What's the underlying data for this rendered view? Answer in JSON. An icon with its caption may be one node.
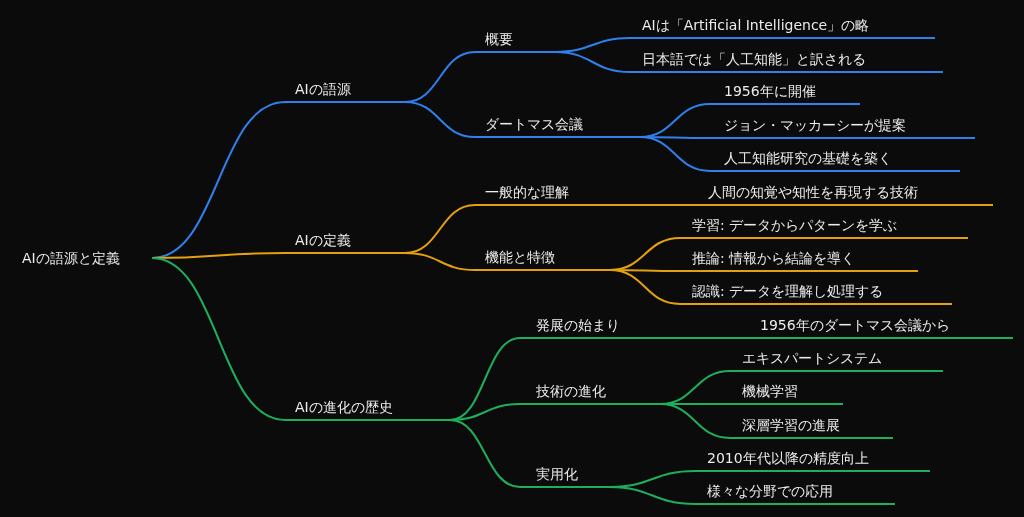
{
  "diagram": {
    "nodes": [
      {
        "text": [
          "AIの語源と定義"
        ]
      },
      {
        "text": [
          "AIの語源"
        ]
      },
      {
        "text": [
          "概要"
        ]
      },
      {
        "text": [
          "AIは「Artificial Intelligence」の略"
        ]
      },
      {
        "text": [
          "日本語では「人工知能」と訳される"
        ]
      },
      {
        "text": [
          "ダートマス会議"
        ]
      },
      {
        "text": [
          "1956年に開催"
        ]
      },
      {
        "text": [
          "ジョン・マッカーシーが提案"
        ]
      },
      {
        "text": [
          "人工知能研究の基礎を築く"
        ]
      },
      {
        "text": [
          "AIの定義"
        ]
      },
      {
        "text": [
          "一般的な理解"
        ]
      },
      {
        "text": [
          "人間の知覚や知性を再現する技術"
        ]
      },
      {
        "text": [
          "機能と特徴"
        ]
      },
      {
        "text": [
          "学習: データからパターンを学ぶ"
        ]
      },
      {
        "text": [
          "推論: 情報から結論を導く"
        ]
      },
      {
        "text": [
          "認識: データを理解し処理する"
        ]
      },
      {
        "text": [
          "AIの進化の歴史"
        ]
      },
      {
        "text": [
          "発展の始まり"
        ]
      },
      {
        "text": [
          "1956年のダートマス会議から"
        ]
      },
      {
        "text": [
          "技術の進化"
        ]
      },
      {
        "text": [
          "エキスパートシステム"
        ]
      },
      {
        "text": [
          "機械学習"
        ]
      },
      {
        "text": [
          "深層学習の進展"
        ]
      },
      {
        "text": [
          "実用化"
        ]
      },
      {
        "text": [
          "2010年代以降の精度向上"
        ]
      },
      {
        "text": [
          "様々な分野での応用"
        ]
      }
    ],
    "edges": [
      {
        "from": 0,
        "to": 1,
        "arrow": "none",
        "color": "#2f80ed"
      },
      {
        "from": 1,
        "to": 2,
        "arrow": "none",
        "color": "#2f80ed"
      },
      {
        "from": 2,
        "to": 3,
        "arrow": "none",
        "color": "#2f80ed"
      },
      {
        "from": 2,
        "to": 4,
        "arrow": "none",
        "color": "#2f80ed"
      },
      {
        "from": 1,
        "to": 5,
        "arrow": "none",
        "color": "#2f80ed"
      },
      {
        "from": 5,
        "to": 6,
        "arrow": "none",
        "color": "#2f80ed"
      },
      {
        "from": 5,
        "to": 7,
        "arrow": "none",
        "color": "#2f80ed"
      },
      {
        "from": 5,
        "to": 8,
        "arrow": "none",
        "color": "#2f80ed"
      },
      {
        "from": 0,
        "to": 9,
        "arrow": "none",
        "color": "#e5a00d"
      },
      {
        "from": 9,
        "to": 10,
        "arrow": "none",
        "color": "#e5a00d"
      },
      {
        "from": 10,
        "to": 11,
        "arrow": "none",
        "color": "#e5a00d"
      },
      {
        "from": 9,
        "to": 12,
        "arrow": "none",
        "color": "#e5a00d"
      },
      {
        "from": 12,
        "to": 13,
        "arrow": "none",
        "color": "#e5a00d"
      },
      {
        "from": 12,
        "to": 14,
        "arrow": "none",
        "color": "#e5a00d"
      },
      {
        "from": 12,
        "to": 15,
        "arrow": "none",
        "color": "#e5a00d"
      },
      {
        "from": 0,
        "to": 16,
        "arrow": "none"
      },
      {
        "from": 16,
        "to": 17,
        "arrow": "none"
      },
      {
        "from": 17,
        "to": 18,
        "arrow": "none"
      },
      {
        "from": 16,
        "to": 19,
        "arrow": "none"
      },
      {
        "from": 19,
        "to": 20,
        "arrow": "none"
      },
      {
        "from": 19,
        "to": 21,
        "arrow": "none"
      },
      {
        "from": 19,
        "to": 22,
        "arrow": "none"
      },
      {
        "from": 16,
        "to": 23,
        "arrow": "none"
      },
      {
        "from": 23,
        "to": 24,
        "arrow": "none"
      },
      {
        "from": 23,
        "to": 25,
        "arrow": "none"
      }
    ]
  }
}
